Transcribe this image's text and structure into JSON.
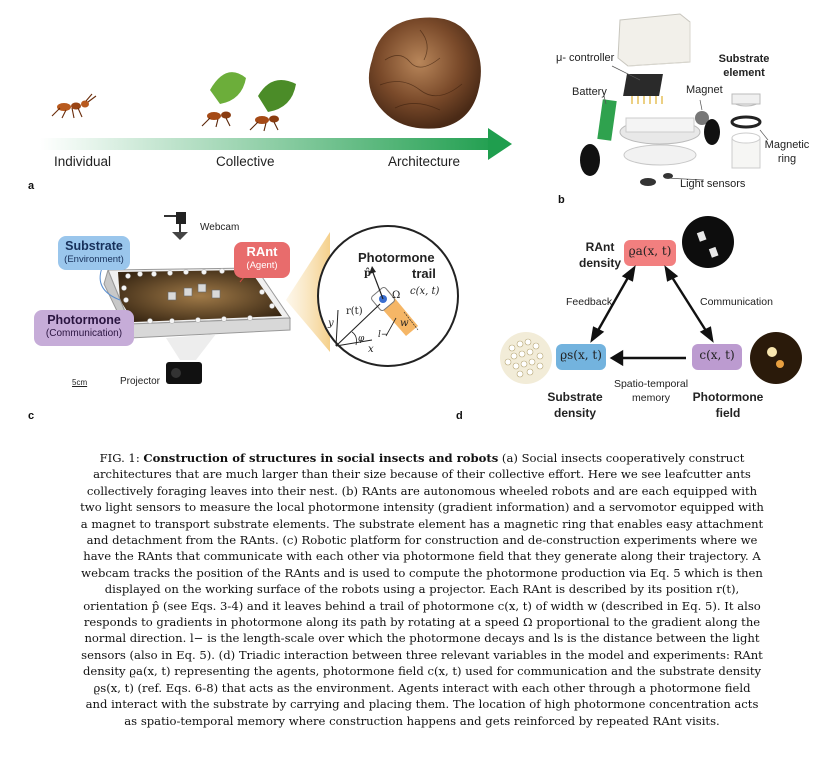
{
  "panel_a": {
    "letter": "a",
    "stages": [
      "Individual",
      "Collective",
      "Architecture"
    ],
    "arrow_color": "#22a050"
  },
  "panel_b": {
    "letter": "b",
    "labels": {
      "controller": "μ- controller",
      "battery": "Battery",
      "magnet": "Magnet",
      "substrate_element": "Substrate element",
      "magnetic_ring": "Magnetic ring",
      "light_sensors": "Light sensors"
    }
  },
  "panel_c": {
    "letter": "c",
    "substrate_title": "Substrate",
    "substrate_sub": "(Environment)",
    "rant_title": "RAnt",
    "rant_sub": "(Agent)",
    "photormone_title": "Photormone",
    "photormone_sub": "(Communication)",
    "webcam": "Webcam",
    "projector": "Projector",
    "scale": "5cm",
    "inset_title_1": "Photormone",
    "inset_title_2": "trail",
    "inset_p": "p̂",
    "inset_omega": "Ω",
    "inset_c": "c(x, t)",
    "inset_r": "r(t)",
    "inset_y": "y",
    "inset_x": "x",
    "inset_phi": "φ",
    "inset_w": "w",
    "inset_l": "l−"
  },
  "panel_d": {
    "letter": "d",
    "rant_density_1": "RAnt",
    "rant_density_2": "density",
    "rho_a": "ϱa(x, t)",
    "rho_s": "ϱs(x, t)",
    "c_field": "c(x, t)",
    "feedback": "Feedback",
    "communication": "Communication",
    "memory_1": "Spatio-temporal",
    "memory_2": "memory",
    "substrate_density_1": "Substrate",
    "substrate_density_2": "density",
    "photormone_field_1": "Photormone",
    "photormone_field_2": "field"
  },
  "caption": {
    "fig": "FIG. 1:",
    "title": "Construction of structures in social insects and robots",
    "lines": [
      "(a) Social insects cooperatively construct",
      "architectures that are much larger than their size because of their collective effort. Here we see leafcutter ants",
      "collectively foraging leaves into their nest. (b) RAnts are autonomous wheeled robots and are each equipped with",
      "two light sensors to measure the local photormone intensity (gradient information) and a servomotor equipped with",
      "a magnet to transport substrate elements. The substrate element has a magnetic ring that enables easy attachment",
      "and detachment from the RAnts. (c) Robotic platform for construction and de-construction experiments where we",
      "have the RAnts that communicate with each other via photormone field that they generate along their trajectory. A",
      "webcam tracks the position of the RAnts and is used to compute the photormone production via Eq. 5 which is then",
      "displayed on the working surface of the robots using a projector. Each RAnt is described by its position r(t),",
      "orientation p̂ (see Eqs. 3-4) and it leaves behind a trail of photormone c(x, t) of width w (described in Eq. 5). It also",
      "responds to gradients in photormone along its path by rotating at a speed Ω proportional to the gradient along the",
      "normal direction. l− is the length-scale over which the photormone decays and ls is the distance between the light",
      "sensors (also in Eq. 5). (d) Triadic interaction between three relevant variables in the model and experiments: RAnt",
      "density ϱa(x, t) representing the agents, photormone field c(x, t) used for communication and the substrate density",
      "ϱs(x, t) (ref. Eqs. 6-8) that acts as the environment. Agents interact with each other through a photormone field",
      "and interact with the substrate by carrying and placing them. The location of high photormone concentration acts",
      "as spatio-temporal memory where construction happens and gets reinforced by repeated RAnt visits."
    ]
  }
}
